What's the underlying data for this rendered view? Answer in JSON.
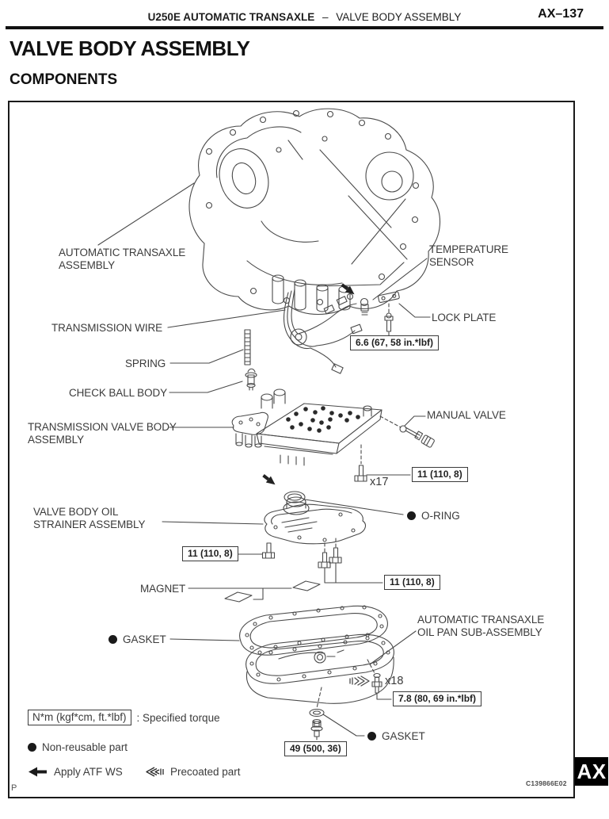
{
  "header": {
    "section_bold": "U250E AUTOMATIC TRANSAXLE",
    "separator": "–",
    "section_regular": "VALVE BODY ASSEMBLY",
    "page_number": "AX–137"
  },
  "title": "VALVE BODY ASSEMBLY",
  "subtitle": "COMPONENTS",
  "diagram": {
    "labels": {
      "transaxle": {
        "l1": "AUTOMATIC TRANSAXLE",
        "l2": "ASSEMBLY"
      },
      "temp_sensor": {
        "l1": "TEMPERATURE",
        "l2": "SENSOR"
      },
      "lock_plate": "LOCK PLATE",
      "transmission_wire": "TRANSMISSION WIRE",
      "spring": "SPRING",
      "check_ball_body": "CHECK BALL BODY",
      "valve_body": {
        "l1": "TRANSMISSION VALVE BODY",
        "l2": "ASSEMBLY"
      },
      "manual_valve": "MANUAL VALVE",
      "o_ring": "O-RING",
      "strainer": {
        "l1": "VALVE BODY OIL",
        "l2": "STRAINER ASSEMBLY"
      },
      "magnet": "MAGNET",
      "gasket_pan": "GASKET",
      "oil_pan": {
        "l1": "AUTOMATIC TRANSAXLE",
        "l2": "OIL PAN SUB-ASSEMBLY"
      },
      "gasket_plug": "GASKET"
    },
    "torques": {
      "temp_sensor": "6.6 (67, 58 in.*lbf)",
      "valve_body_bolt": "11 (110, 8)",
      "strainer_bolt_left": "11 (110, 8)",
      "strainer_bolt_right": "11 (110, 8)",
      "pan_bolt": "7.8 (80, 69 in.*lbf)",
      "drain_plug": "49 (500, 36)"
    },
    "counts": {
      "valve_body_bolts": "x17",
      "pan_bolts": "x18"
    },
    "legend": {
      "torque_unit": "N*m (kgf*cm, ft.*lbf)",
      "torque_desc": ": Specified torque",
      "non_reusable": "Non-reusable part",
      "apply_atf": "Apply ATF WS",
      "precoated": "Precoated part"
    },
    "figure_code": "C139866E02"
  },
  "footer": {
    "page_letter": "P",
    "tab_label": "AX"
  },
  "colors": {
    "ink": "#3b3b3b",
    "tab_bg": "#000000",
    "tab_fg": "#ffffff"
  }
}
